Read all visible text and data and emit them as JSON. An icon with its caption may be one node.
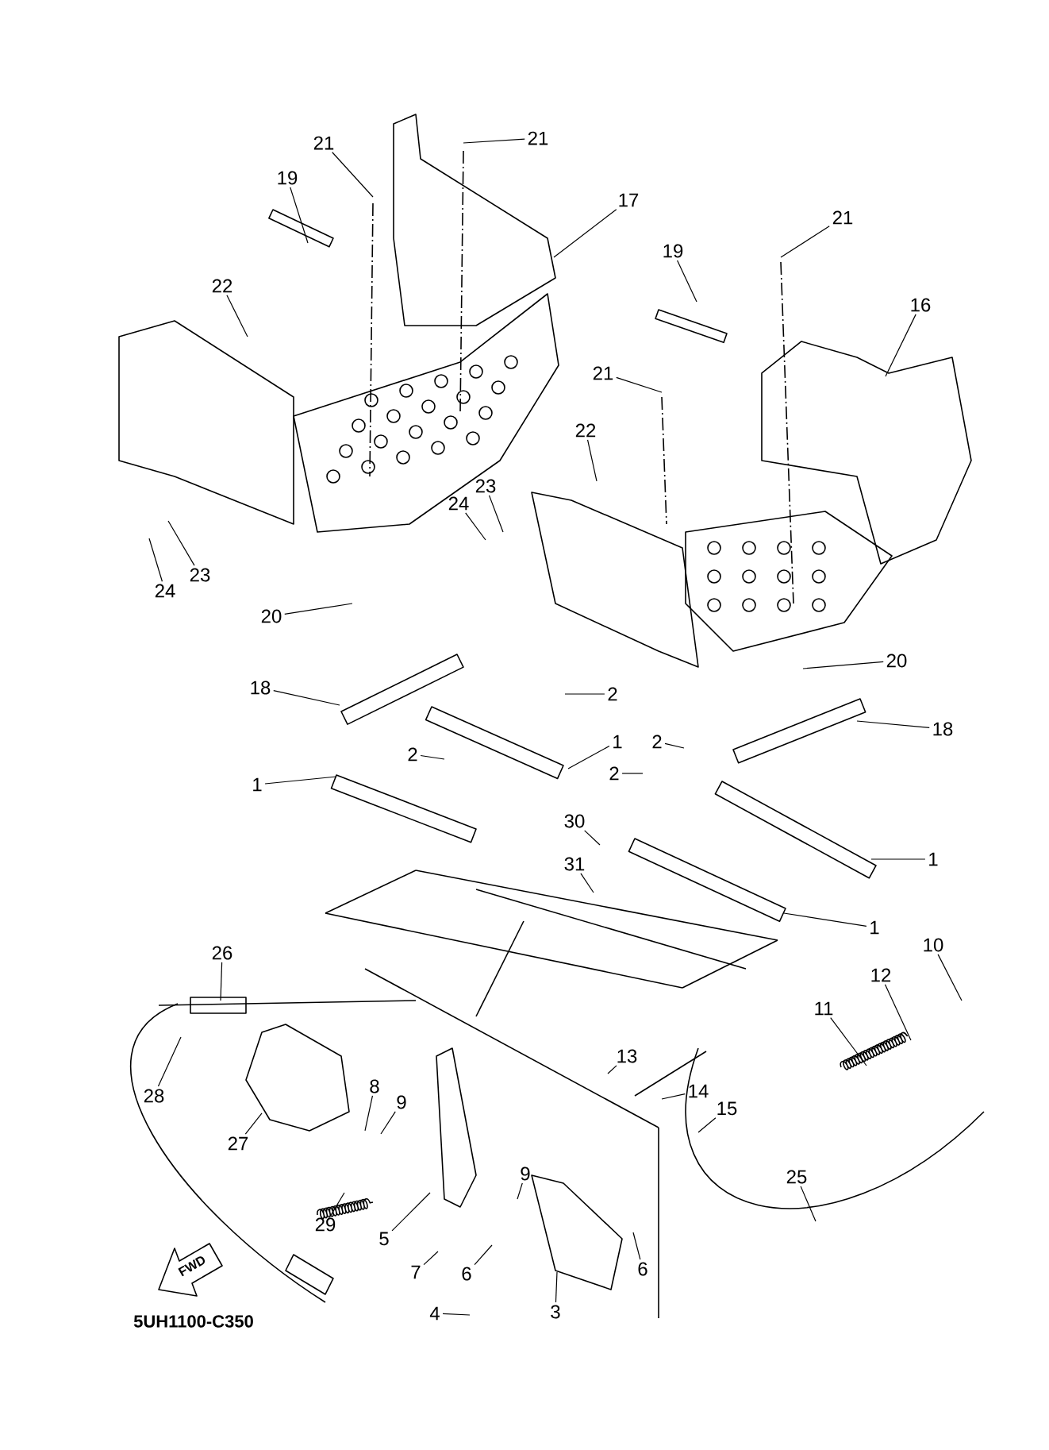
{
  "diagram": {
    "nodes": [
      {
        "text": [
          "21"
        ]
      },
      {
        "text": [
          "21"
        ]
      },
      {
        "text": [
          "19"
        ]
      },
      {
        "text": [
          "17"
        ]
      },
      {
        "text": [
          "21"
        ]
      },
      {
        "text": [
          "19"
        ]
      },
      {
        "text": [
          "22"
        ]
      },
      {
        "text": [
          "16"
        ]
      },
      {
        "text": [
          "21"
        ]
      },
      {
        "text": [
          "22"
        ]
      },
      {
        "text": [
          "23"
        ]
      },
      {
        "text": [
          "24"
        ]
      },
      {
        "text": [
          "23"
        ]
      },
      {
        "text": [
          "24"
        ]
      },
      {
        "text": [
          "20"
        ]
      },
      {
        "text": [
          "20"
        ]
      },
      {
        "text": [
          "18"
        ]
      },
      {
        "text": [
          "2"
        ]
      },
      {
        "text": [
          "18"
        ]
      },
      {
        "text": [
          "1"
        ]
      },
      {
        "text": [
          "2"
        ]
      },
      {
        "text": [
          "2"
        ]
      },
      {
        "text": [
          "2"
        ]
      },
      {
        "text": [
          "1"
        ]
      },
      {
        "text": [
          "30"
        ]
      },
      {
        "text": [
          "1"
        ]
      },
      {
        "text": [
          "31"
        ]
      },
      {
        "text": [
          "1"
        ]
      },
      {
        "text": [
          "10"
        ]
      },
      {
        "text": [
          "26"
        ]
      },
      {
        "text": [
          "12"
        ]
      },
      {
        "text": [
          "11"
        ]
      },
      {
        "text": [
          "13"
        ]
      },
      {
        "text": [
          "8"
        ]
      },
      {
        "text": [
          "14"
        ]
      },
      {
        "text": [
          "28"
        ]
      },
      {
        "text": [
          "9"
        ]
      },
      {
        "text": [
          "15"
        ]
      },
      {
        "text": [
          "27"
        ]
      },
      {
        "text": [
          "9"
        ]
      },
      {
        "text": [
          "25"
        ]
      },
      {
        "text": [
          "29"
        ]
      },
      {
        "text": [
          "5"
        ]
      },
      {
        "text": [
          "6"
        ]
      },
      {
        "text": [
          "7"
        ]
      },
      {
        "text": [
          "6"
        ]
      },
      {
        "text": [
          "3"
        ]
      },
      {
        "text": [
          "4"
        ]
      }
    ],
    "edges": [
      {
        "from": 0,
        "to": null,
        "arrow": "none"
      },
      {
        "from": 1,
        "to": null,
        "arrow": "none"
      },
      {
        "from": 2,
        "to": null,
        "arrow": "none"
      },
      {
        "from": 3,
        "to": null,
        "arrow": "none"
      },
      {
        "from": 4,
        "to": null,
        "arrow": "none"
      },
      {
        "from": 5,
        "to": null,
        "arrow": "none"
      },
      {
        "from": 6,
        "to": null,
        "arrow": "none"
      },
      {
        "from": 7,
        "to": null,
        "arrow": "none"
      },
      {
        "from": 8,
        "to": null,
        "arrow": "none"
      },
      {
        "from": 9,
        "to": null,
        "arrow": "none"
      },
      {
        "from": 10,
        "to": null,
        "arrow": "none"
      },
      {
        "from": 11,
        "to": null,
        "arrow": "none"
      },
      {
        "from": 12,
        "to": null,
        "arrow": "none"
      },
      {
        "from": 13,
        "to": null,
        "arrow": "none"
      },
      {
        "from": 14,
        "to": null,
        "arrow": "none"
      },
      {
        "from": 15,
        "to": null,
        "arrow": "none"
      },
      {
        "from": 16,
        "to": null,
        "arrow": "none"
      },
      {
        "from": 17,
        "to": null,
        "arrow": "none"
      },
      {
        "from": 18,
        "to": null,
        "arrow": "none"
      },
      {
        "from": 19,
        "to": null,
        "arrow": "none"
      },
      {
        "from": 20,
        "to": null,
        "arrow": "none"
      },
      {
        "from": 21,
        "to": null,
        "arrow": "none"
      },
      {
        "from": 22,
        "to": null,
        "arrow": "none"
      },
      {
        "from": 23,
        "to": null,
        "arrow": "none"
      },
      {
        "from": 24,
        "to": null,
        "arrow": "none"
      },
      {
        "from": 25,
        "to": null,
        "arrow": "none"
      },
      {
        "from": 26,
        "to": null,
        "arrow": "none"
      },
      {
        "from": 27,
        "to": null,
        "arrow": "none"
      },
      {
        "from": 28,
        "to": null,
        "arrow": "none"
      },
      {
        "from": 29,
        "to": null,
        "arrow": "none"
      },
      {
        "from": 30,
        "to": null,
        "arrow": "none"
      },
      {
        "from": 31,
        "to": null,
        "arrow": "none"
      },
      {
        "from": 32,
        "to": null,
        "arrow": "none"
      },
      {
        "from": 33,
        "to": null,
        "arrow": "none"
      },
      {
        "from": 34,
        "to": null,
        "arrow": "none"
      },
      {
        "from": 35,
        "to": null,
        "arrow": "none"
      },
      {
        "from": 36,
        "to": null,
        "arrow": "none"
      },
      {
        "from": 37,
        "to": null,
        "arrow": "none"
      },
      {
        "from": 38,
        "to": null,
        "arrow": "none"
      },
      {
        "from": 39,
        "to": null,
        "arrow": "none"
      },
      {
        "from": 40,
        "to": null,
        "arrow": "none"
      },
      {
        "from": 41,
        "to": null,
        "arrow": "none"
      },
      {
        "from": 42,
        "to": null,
        "arrow": "none"
      },
      {
        "from": 43,
        "to": null,
        "arrow": "none"
      },
      {
        "from": 44,
        "to": null,
        "arrow": "none"
      },
      {
        "from": 45,
        "to": null,
        "arrow": "none"
      },
      {
        "from": 46,
        "to": null,
        "arrow": "none"
      },
      {
        "from": 47,
        "to": null,
        "arrow": "none"
      }
    ],
    "labels": [
      "FWD",
      "5UH1100-C350"
    ]
  }
}
